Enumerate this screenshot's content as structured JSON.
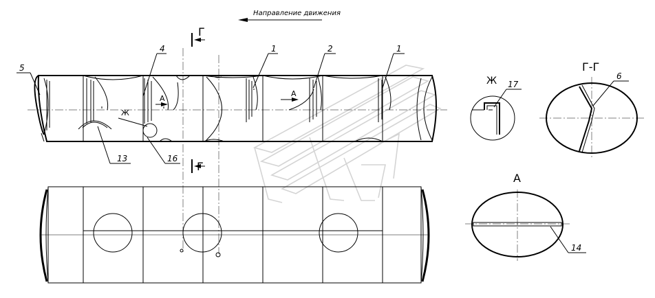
{
  "labels": {
    "direction": "Направление движения",
    "section_mark": "Г",
    "section_title": "Г-Г",
    "detail_mark": "Ж",
    "view_mark": "А",
    "view_title": "А",
    "pos1a": "1",
    "pos1b": "1",
    "pos2": "2",
    "pos4": "4",
    "pos5": "5",
    "pos6": "6",
    "pos13": "13",
    "pos14": "14",
    "pos16": "16",
    "pos17": "17"
  },
  "colors": {
    "line": "#000000",
    "watermark": "#d4d4d4",
    "background": "#ffffff"
  }
}
